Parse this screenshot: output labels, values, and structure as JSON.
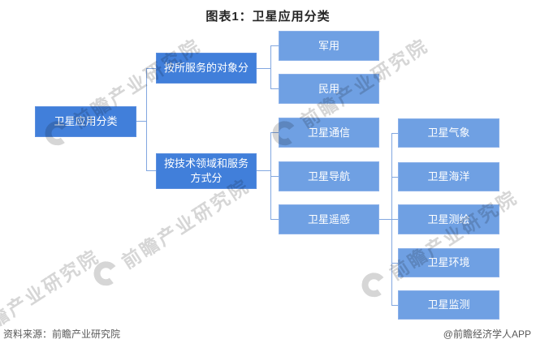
{
  "title": "图表1：卫星应用分类",
  "tree": {
    "root": {
      "label": "卫星应用分类"
    },
    "branches": [
      {
        "label": "按所服务的对象分",
        "children": [
          {
            "label": "军用"
          },
          {
            "label": "民用"
          }
        ]
      },
      {
        "label": "按技术领域和服务方式分",
        "children": [
          {
            "label": "卫星通信"
          },
          {
            "label": "卫星导航"
          },
          {
            "label": "卫星遥感",
            "children": [
              {
                "label": "卫星气象"
              },
              {
                "label": "卫星海洋"
              },
              {
                "label": "卫星测绘"
              },
              {
                "label": "卫星环境"
              },
              {
                "label": "卫星监测"
              }
            ]
          }
        ]
      }
    ]
  },
  "footer": {
    "source": "资料来源：前瞻产业研究院",
    "credit": "@前瞻经济学人APP"
  },
  "watermark": {
    "text": "前瞻产业研究院"
  },
  "colors": {
    "node_dark": "#417FDA",
    "node_light": "#6FA0E3",
    "connector": "#82A7E0",
    "title_text": "#262626",
    "footer_text": "#595959",
    "watermark_gray": "#D6D6D6"
  }
}
